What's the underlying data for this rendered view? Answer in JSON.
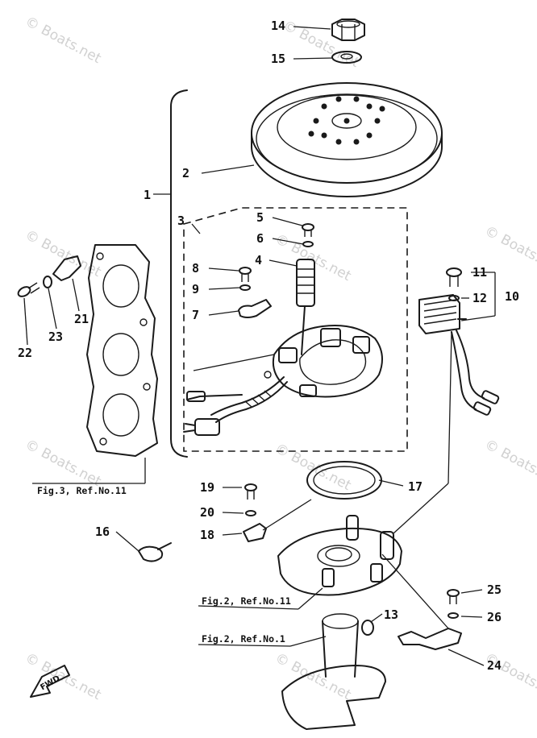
{
  "callouts": {
    "c1": "1",
    "c2": "2",
    "c3": "3",
    "c4": "4",
    "c5": "5",
    "c6": "6",
    "c7": "7",
    "c8": "8",
    "c9": "9",
    "c10": "10",
    "c11": "11",
    "c12": "12",
    "c13": "13",
    "c14": "14",
    "c15": "15",
    "c16": "16",
    "c17": "17",
    "c18": "18",
    "c19": "19",
    "c20": "20",
    "c21": "21",
    "c22": "22",
    "c23": "23",
    "c24": "24",
    "c25": "25",
    "c26": "26"
  },
  "references": {
    "fig3": "Fig.3, Ref.No.11",
    "fig2a": "Fig.2, Ref.No.11",
    "fig2b": "Fig.2, Ref.No.1"
  },
  "fwd_marker": "FWD",
  "watermark": "© Boats.net"
}
